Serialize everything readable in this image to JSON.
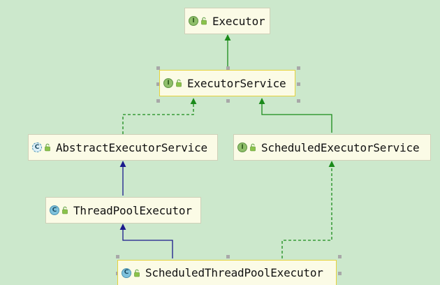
{
  "diagram": {
    "nodes": {
      "executor": {
        "name": "Executor",
        "kind": "interface",
        "badge_letter": "I"
      },
      "executor_service": {
        "name": "ExecutorService",
        "kind": "interface",
        "badge_letter": "I"
      },
      "abstract_executor_service": {
        "name": "AbstractExecutorService",
        "kind": "abstract-class",
        "badge_letter": "C"
      },
      "scheduled_executor_service": {
        "name": "ScheduledExecutorService",
        "kind": "interface",
        "badge_letter": "I"
      },
      "thread_pool_executor": {
        "name": "ThreadPoolExecutor",
        "kind": "class",
        "badge_letter": "C"
      },
      "scheduled_thread_pool_executor": {
        "name": "ScheduledThreadPoolExecutor",
        "kind": "class",
        "badge_letter": "C"
      }
    },
    "edges": [
      {
        "from": "executor_service",
        "to": "executor",
        "type": "extends"
      },
      {
        "from": "scheduled_executor_service",
        "to": "executor_service",
        "type": "extends"
      },
      {
        "from": "abstract_executor_service",
        "to": "executor_service",
        "type": "implements"
      },
      {
        "from": "thread_pool_executor",
        "to": "abstract_executor_service",
        "type": "extends"
      },
      {
        "from": "scheduled_thread_pool_executor",
        "to": "thread_pool_executor",
        "type": "extends"
      },
      {
        "from": "scheduled_thread_pool_executor",
        "to": "scheduled_executor_service",
        "type": "implements"
      }
    ],
    "colors": {
      "background": "#cce8cc",
      "node_fill": "#fbfbe6",
      "interface_inheritance": "#1a8a1a",
      "class_inheritance": "#1a1a8c",
      "selection_border": "#e6d23c"
    }
  }
}
